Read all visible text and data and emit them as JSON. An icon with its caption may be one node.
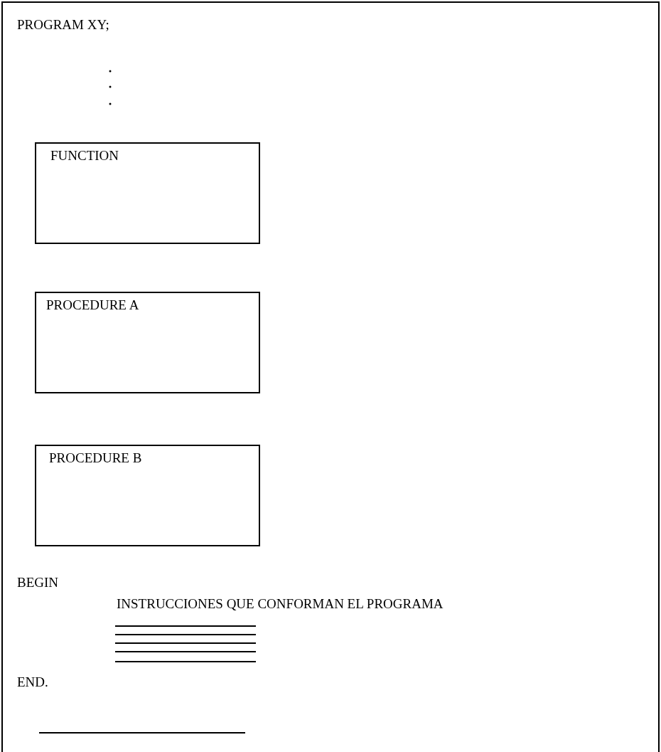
{
  "diagram": {
    "nodes": [
      {
        "text": [
          "PROGRAM XY;",
          "BEGIN",
          "INSTRUCCIONES QUE CONFORMAN EL PROGRAMA",
          "END."
        ]
      },
      {
        "text": [
          "FUNCTION"
        ],
        "in": 0
      },
      {
        "text": [
          "PROCEDURE A"
        ],
        "in": 0
      },
      {
        "text": [
          "PROCEDURE B"
        ],
        "in": 0
      }
    ]
  }
}
